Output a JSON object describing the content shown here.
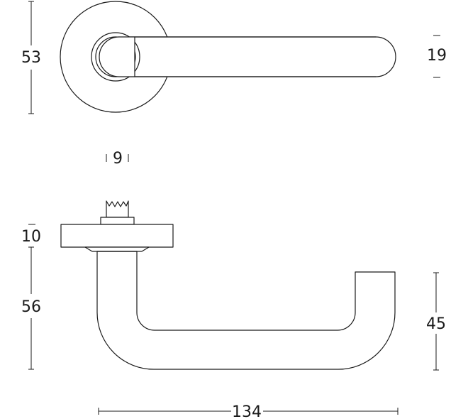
{
  "drawing": {
    "line_color": "#1a1a1a",
    "background": "#ffffff",
    "dimensions": {
      "rose_diameter": "53",
      "lever_thickness": "19",
      "spindle_width": "9",
      "rose_height": "10",
      "lever_drop": "56",
      "lever_end_height": "45",
      "lever_length": "134"
    }
  }
}
